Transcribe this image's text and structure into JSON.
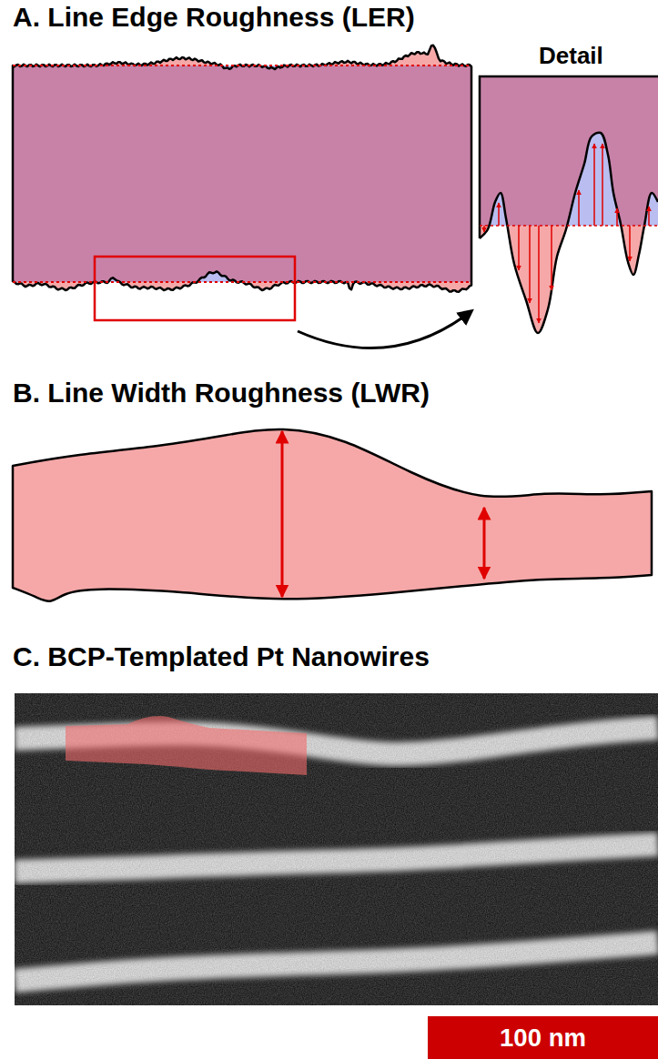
{
  "diagram": {
    "labels": [
      "A. Line Edge Roughness (LER)",
      "Detail",
      "B. Line Width Roughness (LWR)",
      "C. BCP-Templated Pt Nanowires",
      "100 nm"
    ]
  }
}
